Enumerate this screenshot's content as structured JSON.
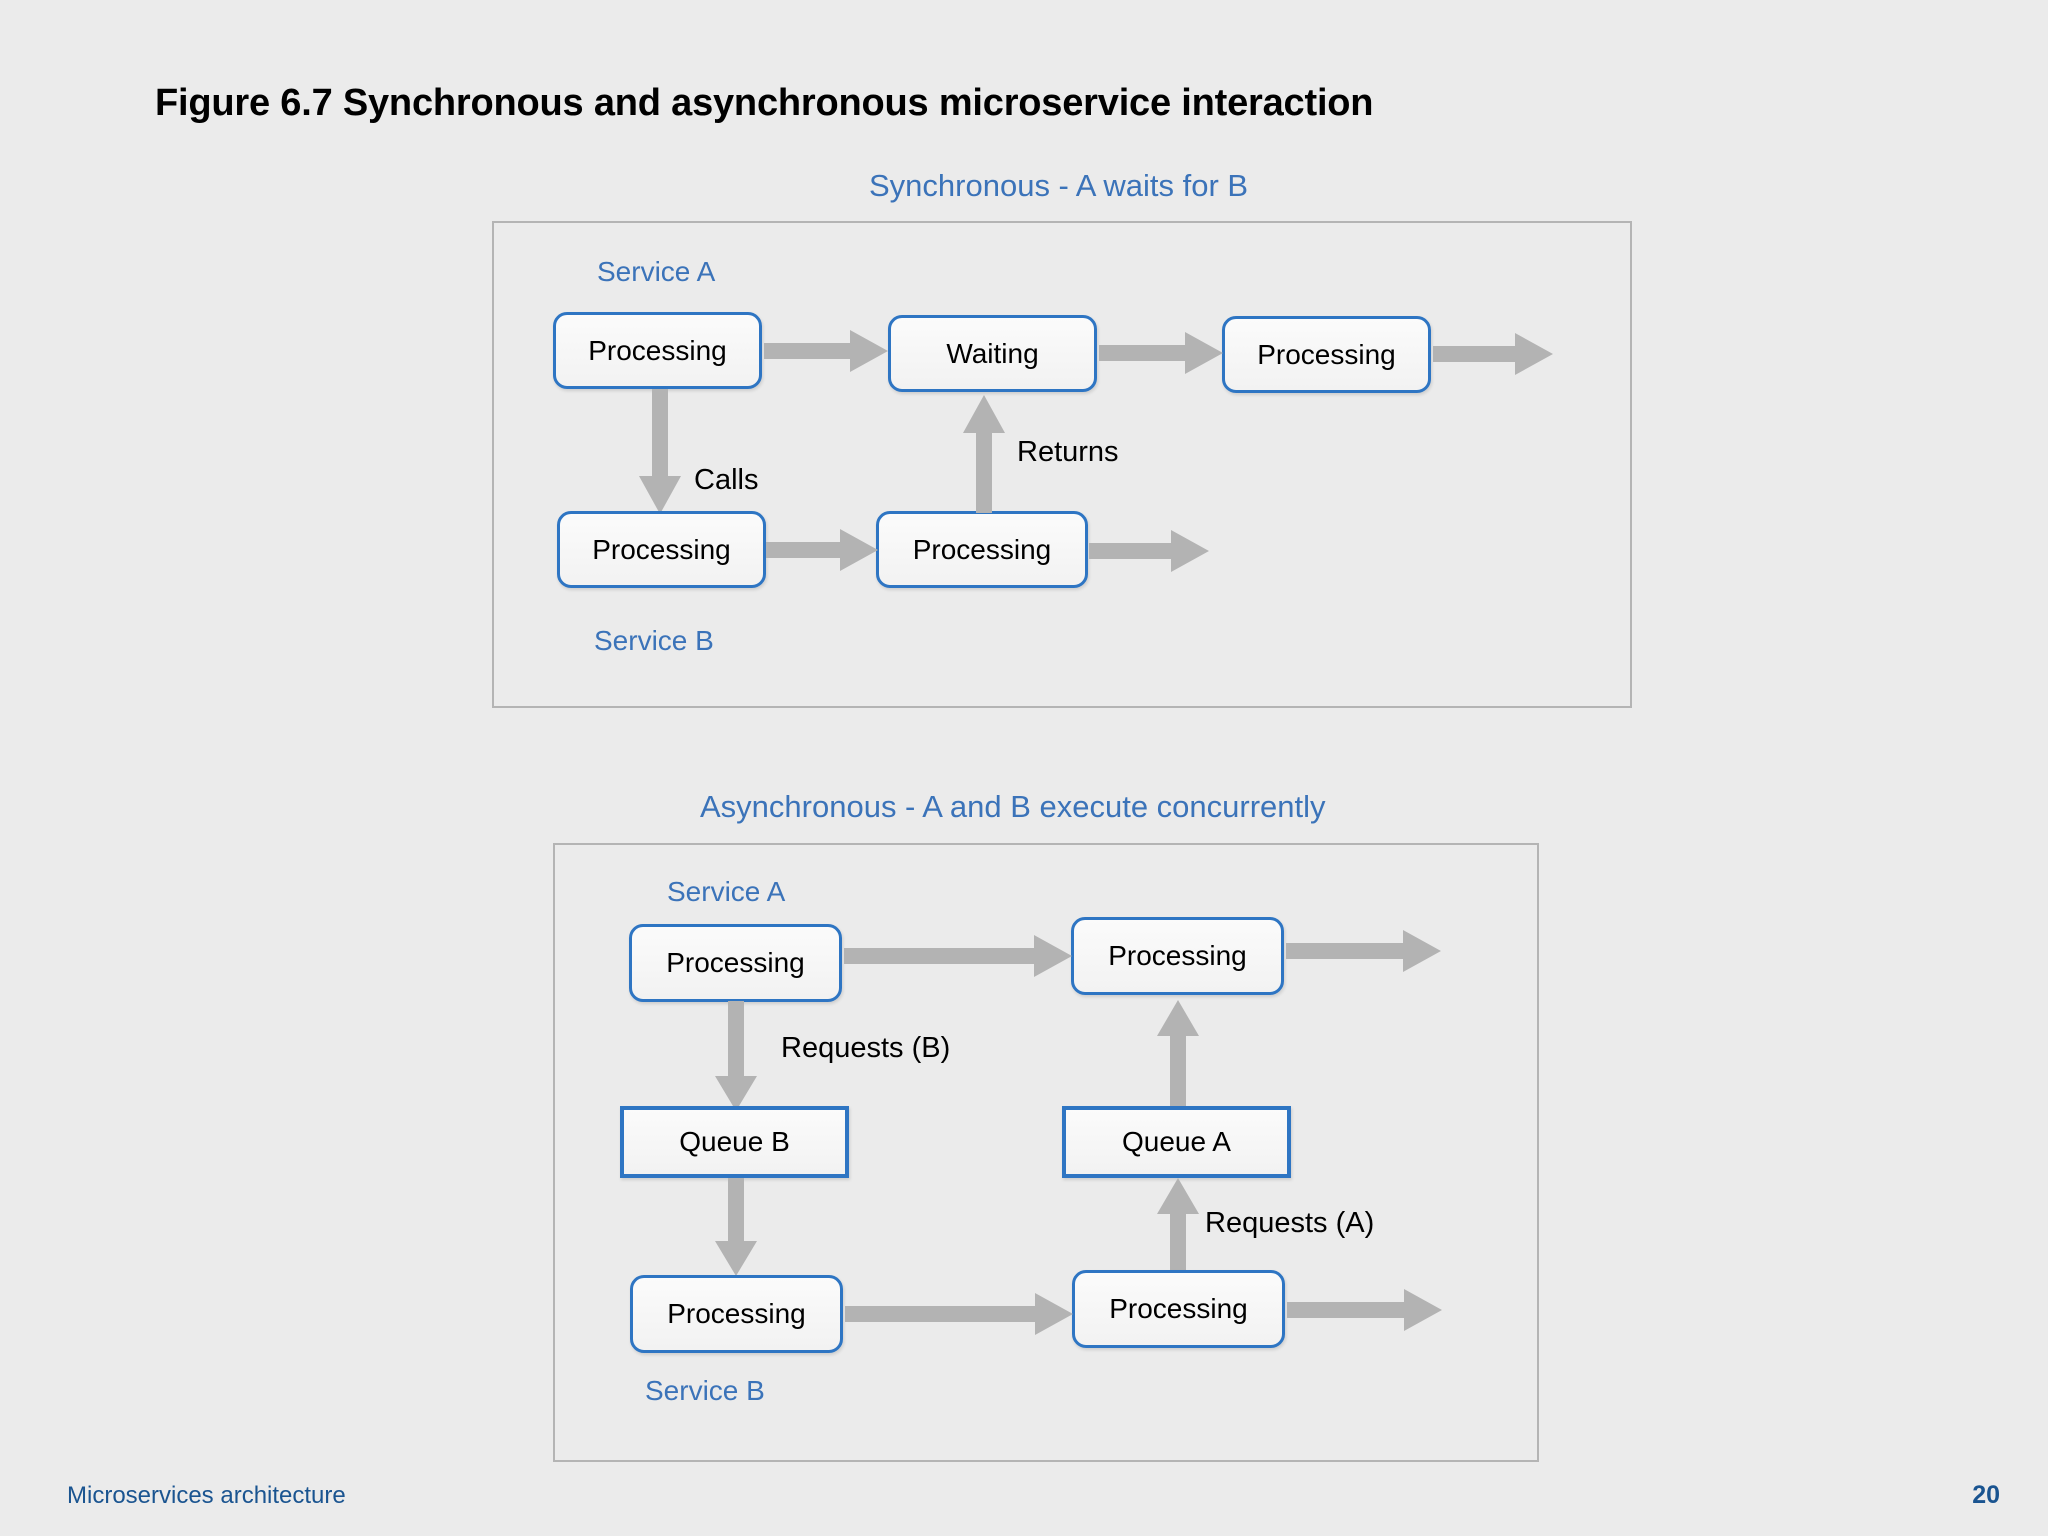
{
  "slide": {
    "title": "Figure 6.7 Synchronous and asynchronous microservice interaction",
    "footer_text": "Microservices architecture",
    "page_number": "20",
    "background_color": "#ebebeb",
    "accent_blue": "#3b73b9",
    "node_border_blue": "#2e75c3",
    "arrow_grey": "#b3b3b3",
    "footer_blue": "#1a5490"
  },
  "sync": {
    "caption": "Synchronous - A waits for B",
    "service_a_label": "Service A",
    "service_b_label": "Service B",
    "nodes": {
      "a1": "Processing",
      "a2": "Waiting",
      "a3": "Processing",
      "b1": "Processing",
      "b2": "Processing"
    },
    "edge_labels": {
      "calls": "Calls",
      "returns": "Returns"
    }
  },
  "async": {
    "caption": "Asynchronous - A and B execute concurrently",
    "service_a_label": "Service A",
    "service_b_label": "Service B",
    "nodes": {
      "a1": "Processing",
      "a2": "Processing",
      "queue_b": "Queue B",
      "queue_a": "Queue A",
      "b1": "Processing",
      "b2": "Processing"
    },
    "edge_labels": {
      "requests_b": "Requests (B)",
      "requests_a": "Requests (A)"
    }
  }
}
